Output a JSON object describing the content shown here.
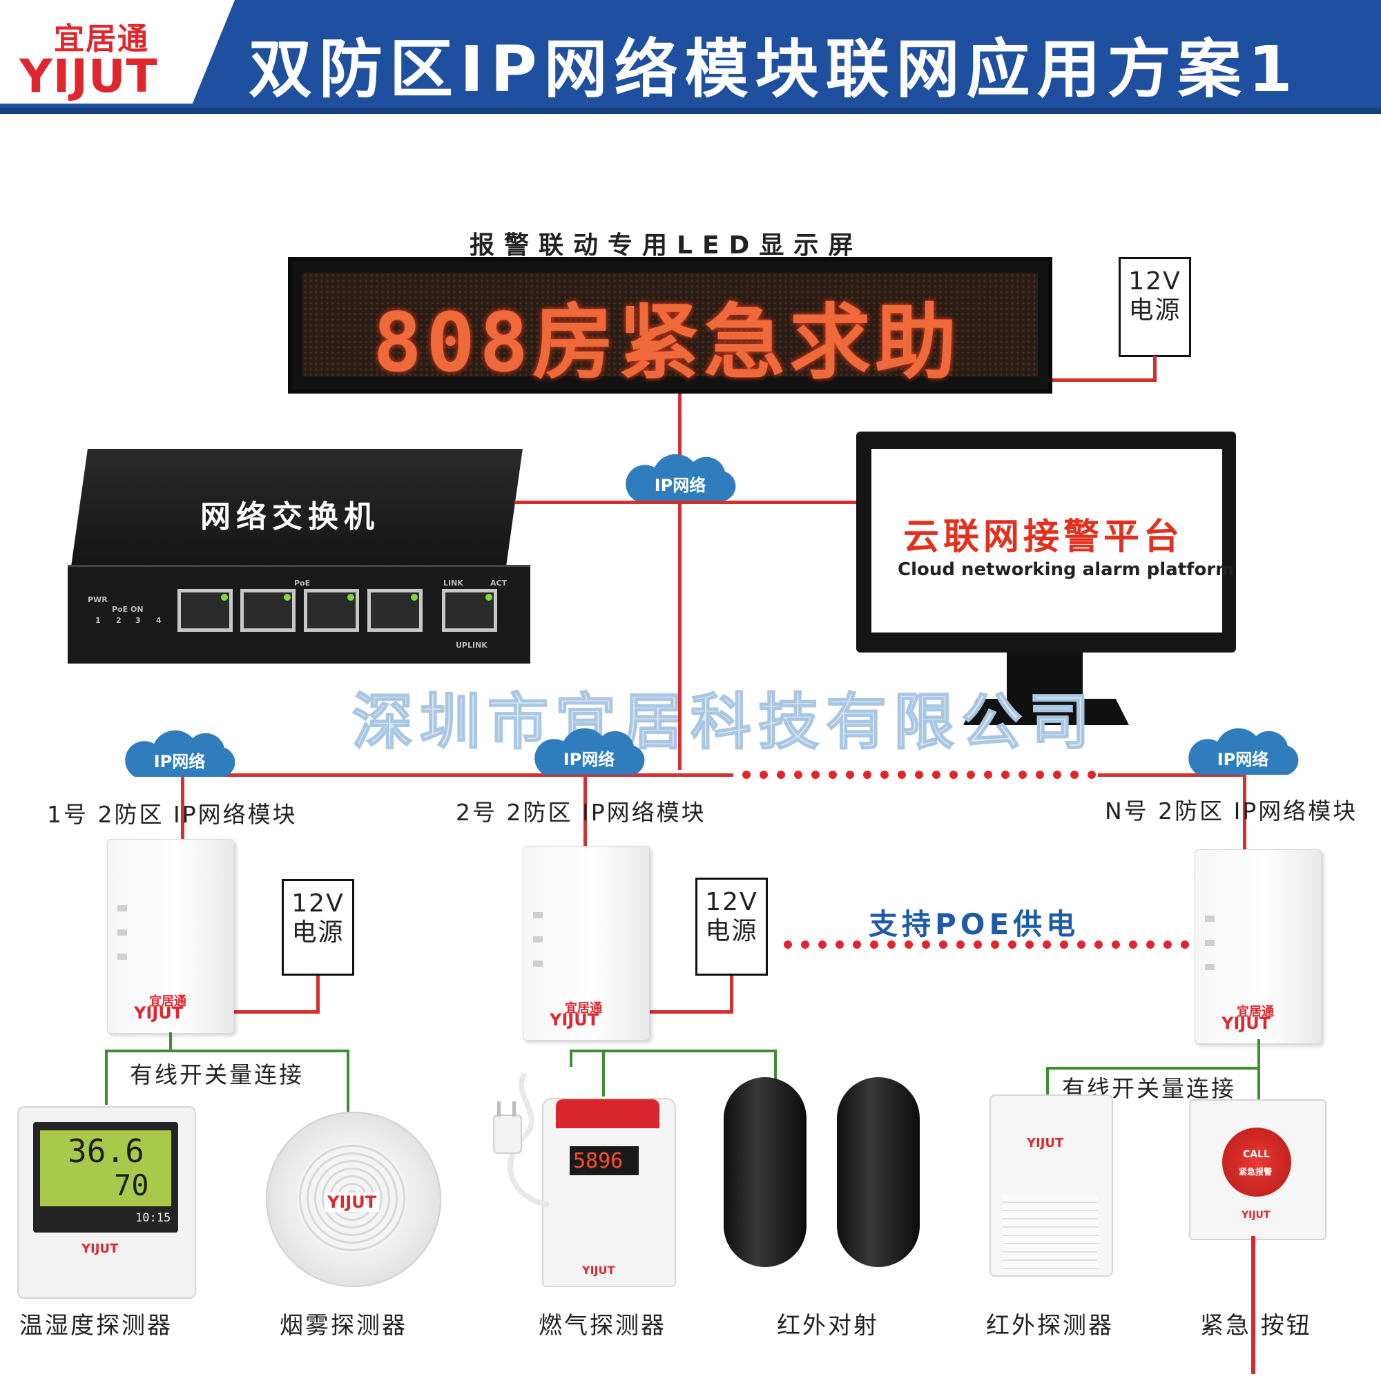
{
  "header": {
    "logo_cn": "宜居通",
    "logo_en": "YIJUT",
    "title": "双防区IP网络模块联网应用方案1"
  },
  "led": {
    "label": "报警联动专用LED显示屏",
    "message": "808房紧急求助"
  },
  "power_supply": {
    "voltage": "12V",
    "label": "电源"
  },
  "switch": {
    "label": "网络交换机",
    "port_labels": [
      "PWR",
      "PoE ON",
      "PoE",
      "LINK",
      "ACT",
      "UPLINK"
    ],
    "port_numbers": [
      "1",
      "2",
      "3",
      "4"
    ]
  },
  "platform": {
    "title_cn": "云联网接警平台",
    "title_en": "Cloud networking alarm platform"
  },
  "network": {
    "cloud_label": "IP网络"
  },
  "watermark": "深圳市宜居科技有限公司",
  "modules": [
    {
      "label": "1号  2防区  IP网络模块"
    },
    {
      "label": "2号  2防区  IP网络模块"
    },
    {
      "label": "N号  2防区  IP网络模块"
    }
  ],
  "poe_note": "支持POE供电",
  "wired_connection": "有线开关量连接",
  "devices": [
    {
      "name": "温湿度探测器",
      "temp": "36.6",
      "humidity": "70",
      "time": "10:15"
    },
    {
      "name": "烟雾探测器"
    },
    {
      "name": "燃气探测器",
      "display": "5896"
    },
    {
      "name": "红外对射"
    },
    {
      "name": "红外探测器"
    },
    {
      "name": "紧急 按钮",
      "button_text": "CALL",
      "button_sub": "紧急报警"
    }
  ],
  "colors": {
    "header_blue": "#1f4f9f",
    "brand_red": "#e0262d",
    "line_red": "#d62f2f",
    "line_green": "#3b8f2f",
    "cloud_blue": "#2f7dbd"
  }
}
